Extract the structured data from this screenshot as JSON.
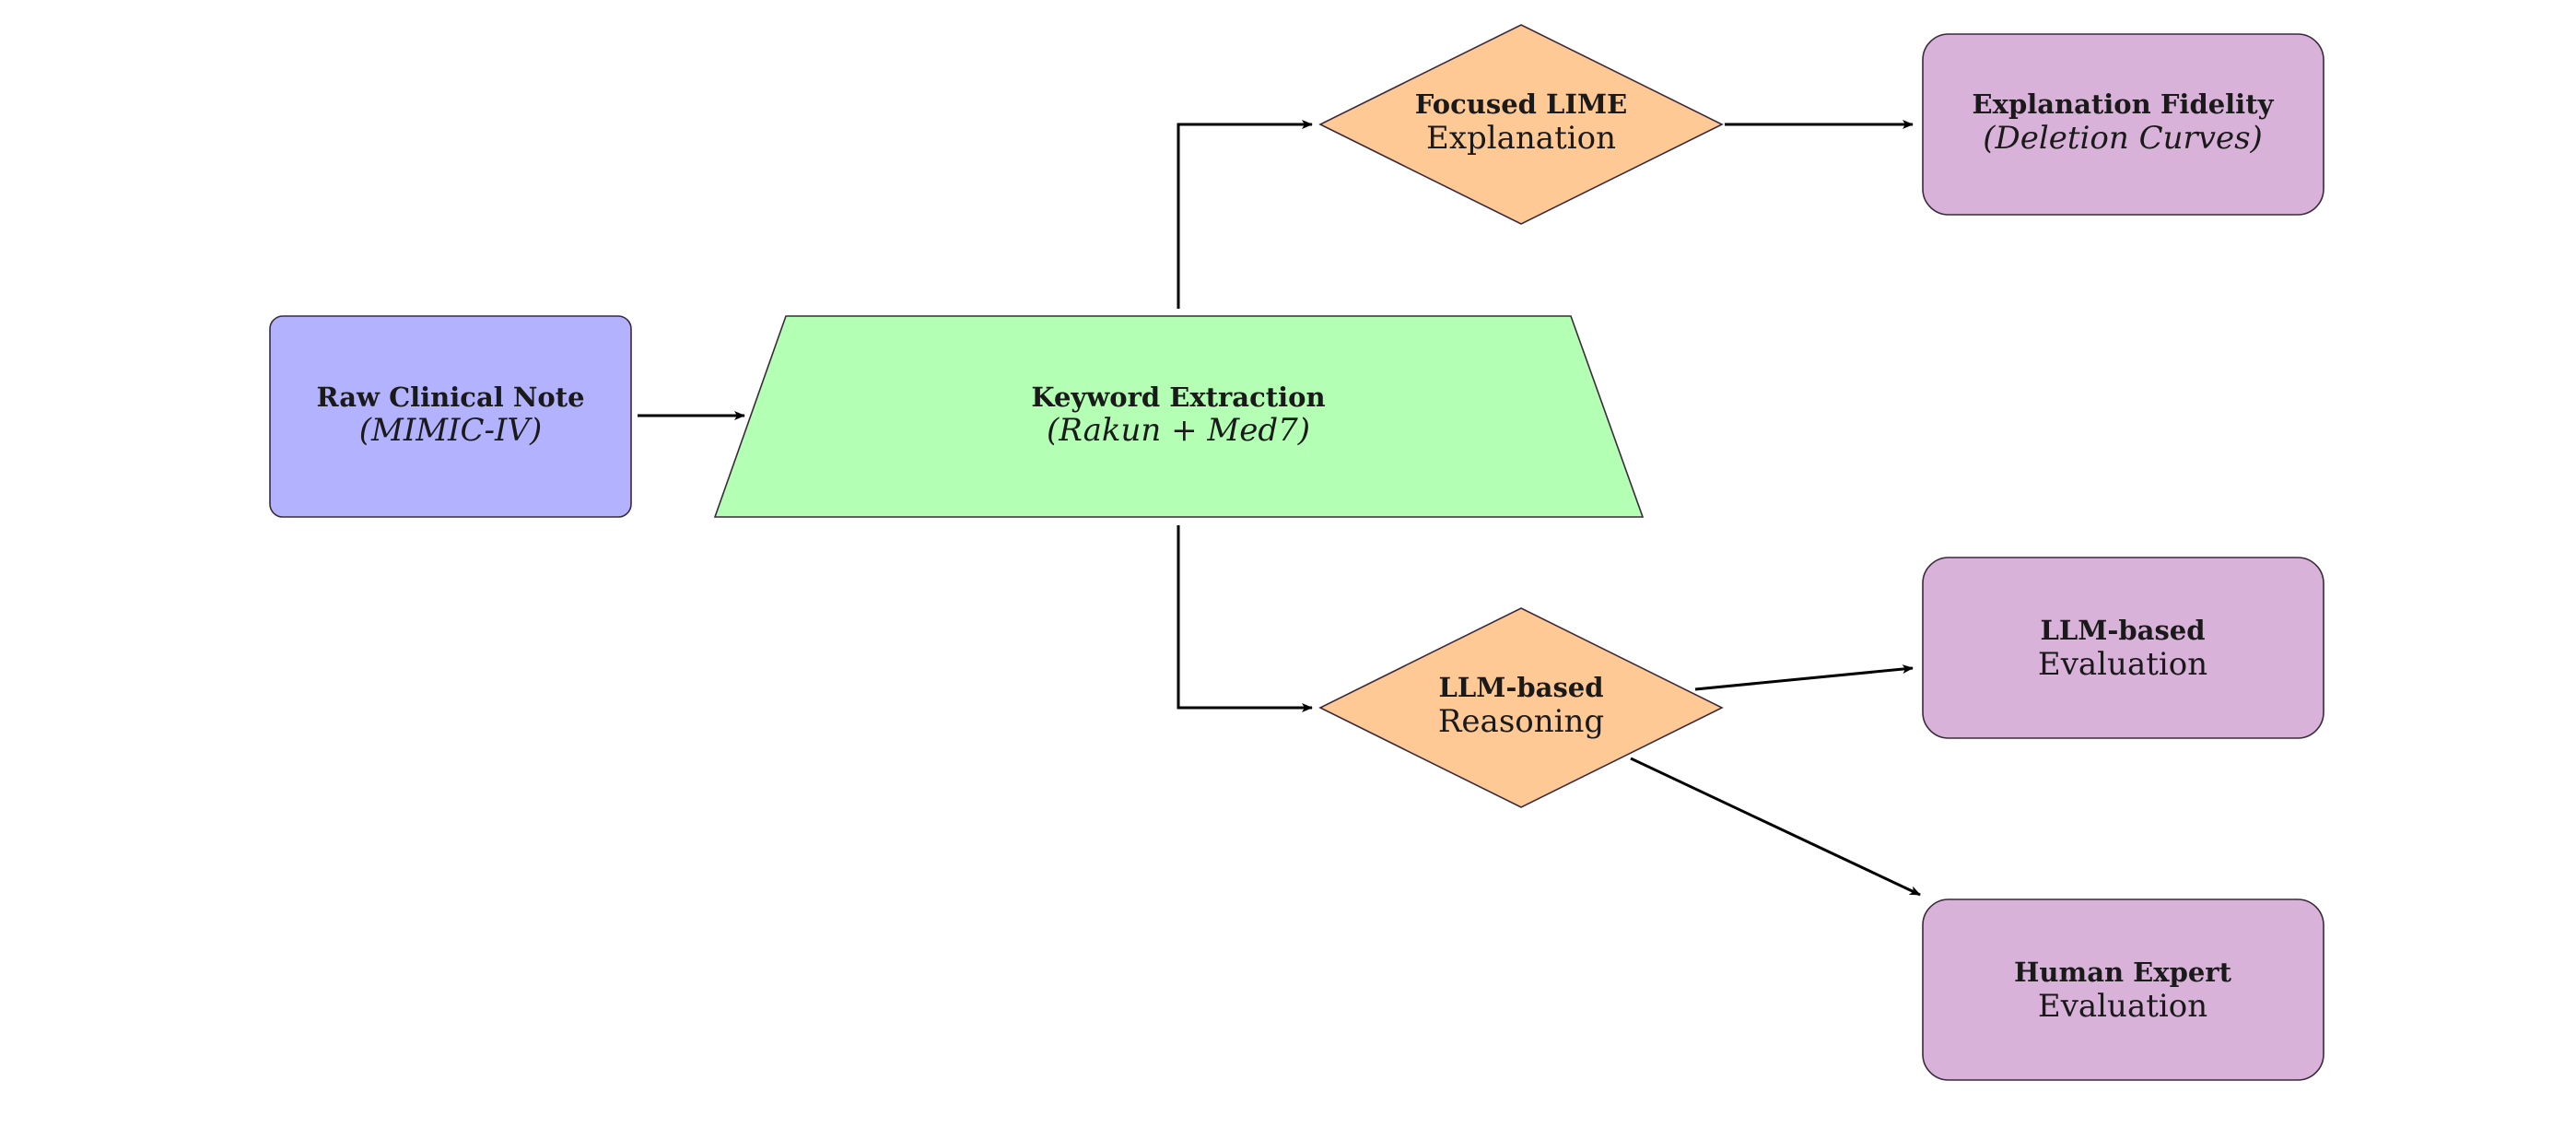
{
  "colors": {
    "source": "#b2b2ff",
    "process": "#b3ffb3",
    "decision": "#ffc996",
    "output": "#d9b2d9"
  },
  "nodes": {
    "raw_note": {
      "title": "Raw Clinical Note",
      "subtitle": "(MIMIC-IV)"
    },
    "keyword": {
      "title": "Keyword Extraction",
      "subtitle": "(Rakun + Med7)"
    },
    "lime": {
      "title": "Focused LIME",
      "subtitle": "Explanation"
    },
    "fidelity": {
      "title": "Explanation Fidelity",
      "subtitle": "(Deletion Curves)"
    },
    "llm_reasoning": {
      "title": "LLM-based",
      "subtitle": "Reasoning"
    },
    "llm_eval": {
      "title": "LLM-based",
      "subtitle": "Evaluation"
    },
    "human_eval": {
      "title": "Human Expert",
      "subtitle": "Evaluation"
    }
  }
}
